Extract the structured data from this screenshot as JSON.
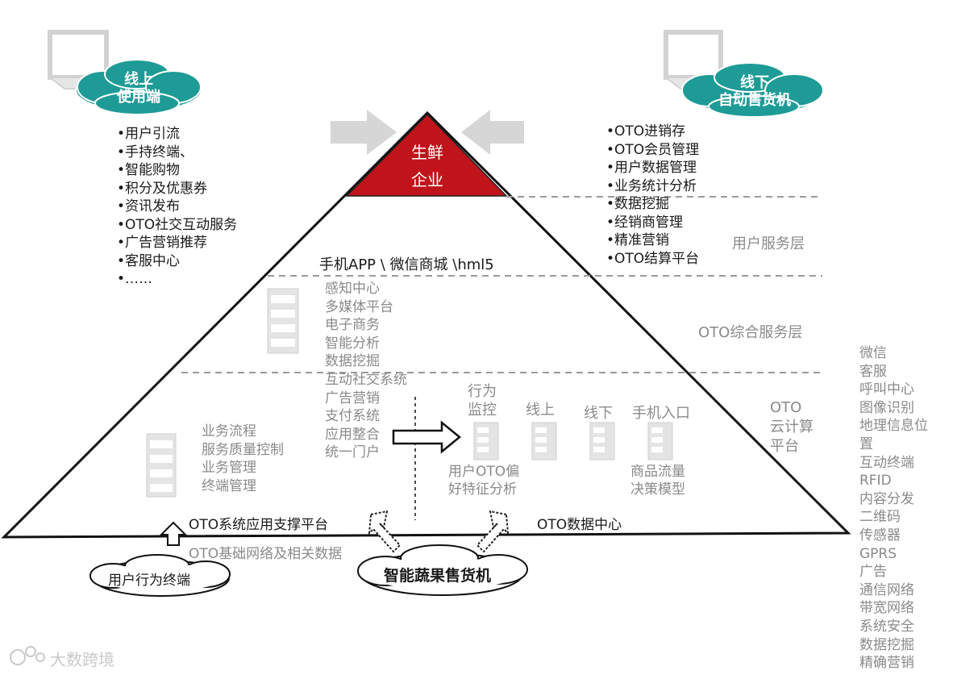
{
  "top": {
    "label_line1": "生鲜",
    "label_line2": "企业"
  },
  "clouds": {
    "online_user_end": [
      "线上",
      "使用端"
    ],
    "offline_vending": [
      "线下",
      "自动售货机"
    ],
    "user_behavior_terminal": "用户行为终端",
    "smart_vending": "智能蔬果售货机"
  },
  "left_list": [
    "•用户引流",
    "•手持终端、",
    "•智能购物",
    "•积分及优惠券",
    "•资讯发布",
    "•OTO社交互动服务",
    "•广告营销推荐",
    "•客服中心",
    "•……"
  ],
  "right_list": [
    "•OTO进销存",
    "•OTO会员管理",
    "•用户数据管理",
    "•业务统计分析",
    "•数据挖掘",
    "•经销商管理",
    "•精准营销",
    "•OTO结算平台"
  ],
  "layers": {
    "user_service": "用户服务层",
    "oto_integrated": "OTO综合服务层",
    "oto_cloud": [
      "OTO",
      "云计算",
      "平台"
    ]
  },
  "app_line": "手机APP  \\  微信商城 \\hml5",
  "center_list": [
    "感知中心",
    "多媒体平台",
    "电子商务",
    "智能分析",
    "数据挖掘",
    "互动社交系统",
    "广告营销",
    "支付系统",
    "应用整合",
    "统一门户"
  ],
  "left_lower_list": [
    "业务流程",
    "服务质量控制",
    "业务管理",
    "终端管理"
  ],
  "data_items": {
    "behavior_monitor": [
      "行为",
      "监控"
    ],
    "online": "线上",
    "offline": "线下",
    "mobile_entry": "手机入口",
    "user_oto_analysis": [
      "用户OTO偏",
      "好特征分析"
    ],
    "goods_flow_model": [
      "商品流量",
      "决策模型"
    ]
  },
  "platform": {
    "support": "OTO系统应用支撑平台",
    "data_center": "OTO数据中心",
    "base_network": "OTO基础网络及相关数据"
  },
  "right_side_list": [
    "微信",
    "客服",
    "呼叫中心",
    "图像识别",
    "地理信息位",
    "置",
    "互动终端",
    "RFID",
    "内容分发",
    "二维码",
    "传感器",
    "GPRS",
    "广告",
    "通信网络",
    "带宽网络",
    "系统安全",
    "数据挖掘",
    "精确营销"
  ],
  "watermark": "大数跨境",
  "colors": {
    "apex_red": "#c0141b",
    "cloud_teal": "#1e9b96",
    "arrow_gray": "#d6d6d6"
  }
}
